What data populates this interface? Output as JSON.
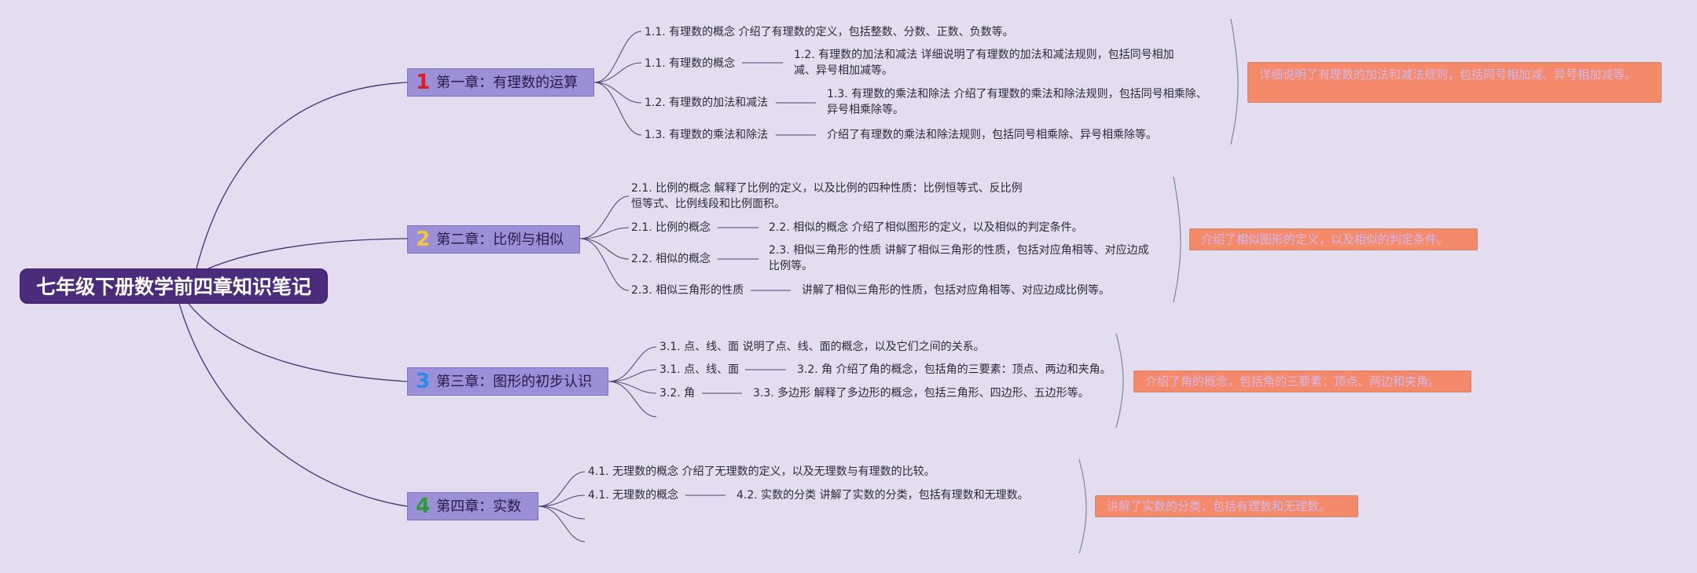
{
  "root": {
    "title": "七年级下册数学前四章知识笔记"
  },
  "colors": {
    "background": "#e4dcef",
    "root_fill": "#4a2b7c",
    "chapter_fill": "#9b8fd8",
    "note_fill": "#f58a6a",
    "num1": "#d81e2a",
    "num2": "#f0c83a",
    "num3": "#2a8ae8",
    "num4": "#2a9a3a"
  },
  "chapters": [
    {
      "num": "1",
      "label": "第一章：有理数的运算",
      "items": [
        "1.1. 有理数的概念 介绍了有理数的定义，包括整数、分数、正数、负数等。",
        "1.1. 有理数的概念",
        "1.2. 有理数的加法和减法 详细说明了有理数的加法和减法规则，包括同号相加减、异号相加减等。",
        "1.2. 有理数的加法和减法",
        "1.3. 有理数的乘法和除法 介绍了有理数的乘法和除法规则，包括同号相乘除、异号相乘除等。",
        "1.3. 有理数的乘法和除法",
        "介绍了有理数的乘法和除法规则，包括同号相乘除、异号相乘除等。"
      ],
      "note": "详细说明了有理数的加法和减法规则，包括同号相加减、异号相加减等。"
    },
    {
      "num": "2",
      "label": "第二章：比例与相似",
      "items": [
        "2.1. 比例的概念 解释了比例的定义，以及比例的四种性质：比例恒等式、反比例恒等式、比例线段和比例面积。",
        "2.1. 比例的概念",
        "2.2. 相似的概念 介绍了相似图形的定义，以及相似的判定条件。",
        "2.2. 相似的概念",
        "2.3. 相似三角形的性质 讲解了相似三角形的性质，包括对应角相等、对应边成比例等。",
        "2.3. 相似三角形的性质",
        "讲解了相似三角形的性质，包括对应角相等、对应边成比例等。"
      ],
      "note": "介绍了相似图形的定义，以及相似的判定条件。"
    },
    {
      "num": "3",
      "label": "第三章：图形的初步认识",
      "items": [
        "3.1. 点、线、面 说明了点、线、面的概念，以及它们之间的关系。",
        "3.1. 点、线、面",
        "3.2. 角 介绍了角的概念，包括角的三要素：顶点、两边和夹角。",
        "3.2. 角",
        "3.3. 多边形 解释了多边形的概念，包括三角形、四边形、五边形等。"
      ],
      "note": "介绍了角的概念，包括角的三要素：顶点、两边和夹角。"
    },
    {
      "num": "4",
      "label": "第四章：实数",
      "items": [
        "4.1. 无理数的概念 介绍了无理数的定义，以及无理数与有理数的比较。",
        "4.1. 无理数的概念",
        "4.2. 实数的分类 讲解了实数的分类，包括有理数和无理数。"
      ],
      "note": "讲解了实数的分类，包括有理数和无理数。"
    }
  ]
}
